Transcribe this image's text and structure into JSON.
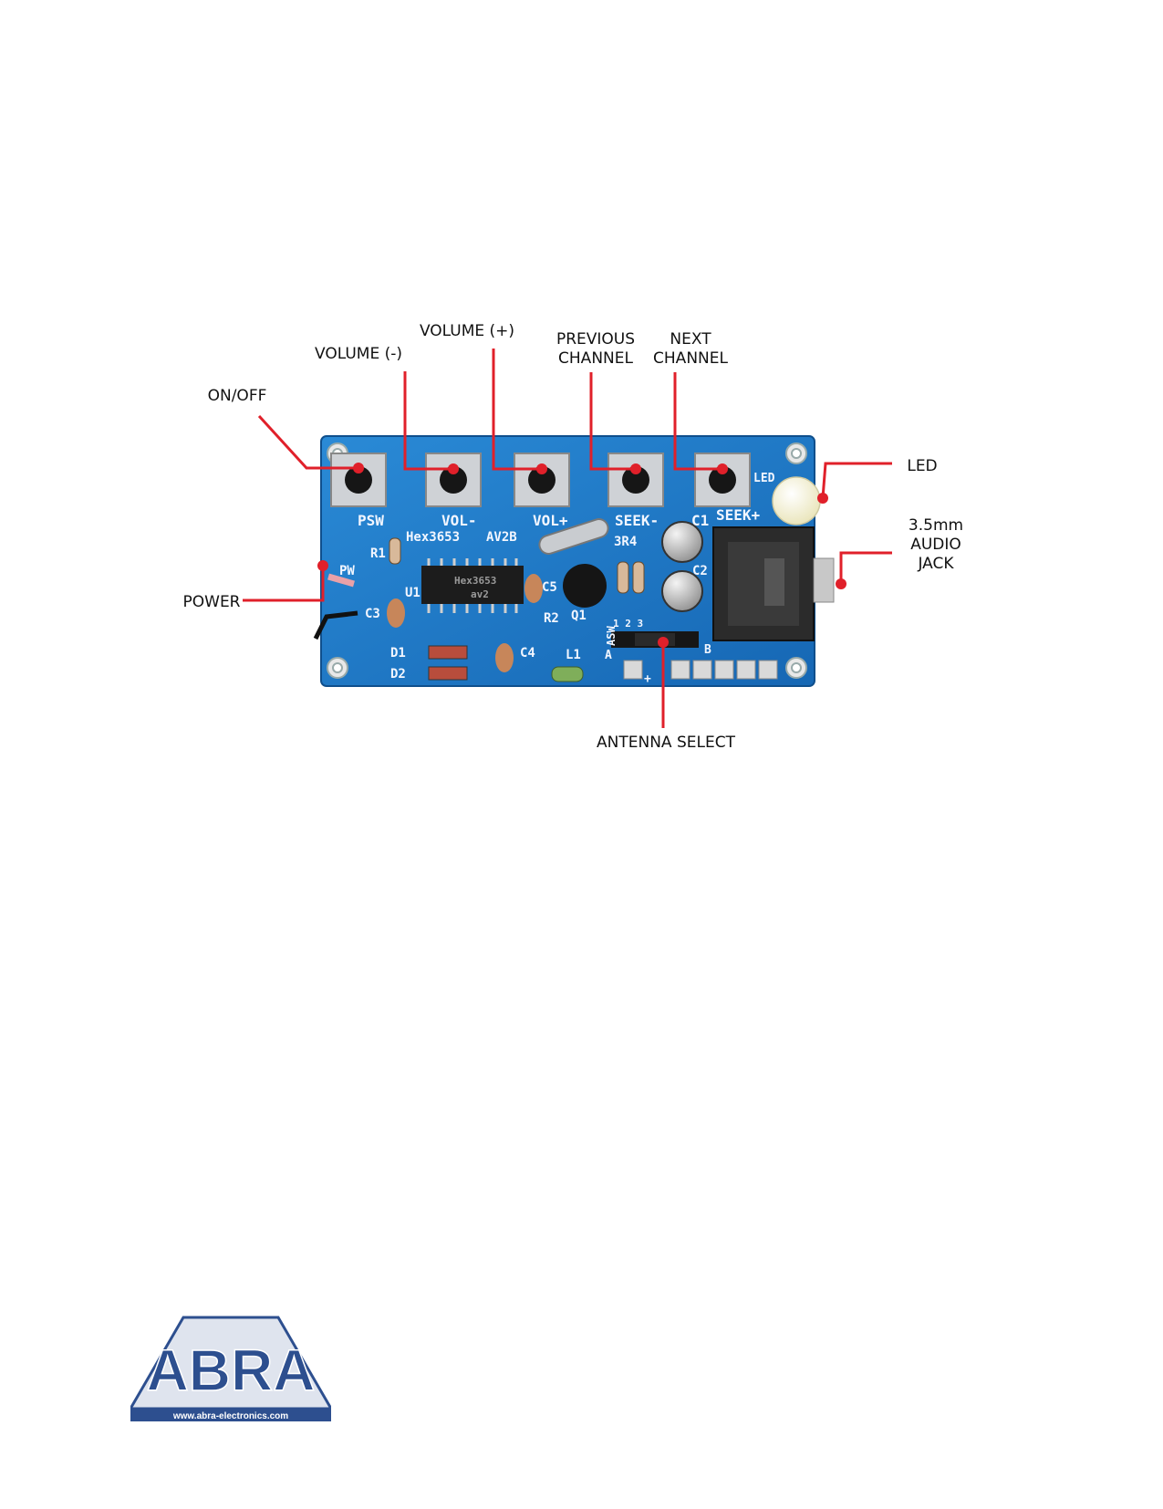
{
  "callouts": {
    "on_off": "ON/OFF",
    "volume_minus": "VOLUME (-)",
    "volume_plus": "VOLUME (+)",
    "previous_channel": "PREVIOUS\nCHANNEL",
    "next_channel": "NEXT\nCHANNEL",
    "led": "LED",
    "audio_jack": "3.5mm\nAUDIO\nJACK",
    "power": "POWER",
    "antenna_select": "ANTENNA SELECT"
  },
  "board_silkscreen": {
    "psw": "PSW",
    "vol_minus": "VOL-",
    "vol_plus": "VOL+",
    "seek_minus": "SEEK-",
    "seek_plus": "SEEK+",
    "c1": "C1",
    "led": "LED",
    "hex": "Hex3653",
    "av2b": "AV2B",
    "r1": "R1",
    "r4": "3R4",
    "pw": "PW",
    "u1": "U1",
    "chip": "Hex3653",
    "chip2": "av2",
    "c3": "C3",
    "c5": "C5",
    "c2": "C2",
    "r2": "R2",
    "q1": "Q1",
    "asw": "ASW",
    "pins": "1 2 3",
    "a": "A",
    "b": "B",
    "d1": "D1",
    "d2": "D2",
    "c4": "C4",
    "l1": "L1",
    "plus": "+"
  },
  "logo": {
    "text": "ABRA",
    "url_text": "www.abra-electronics.com"
  },
  "colors": {
    "pcb": "#1a78c4",
    "callout_line": "#e0202a",
    "logo_blue": "#2d4f8f"
  }
}
